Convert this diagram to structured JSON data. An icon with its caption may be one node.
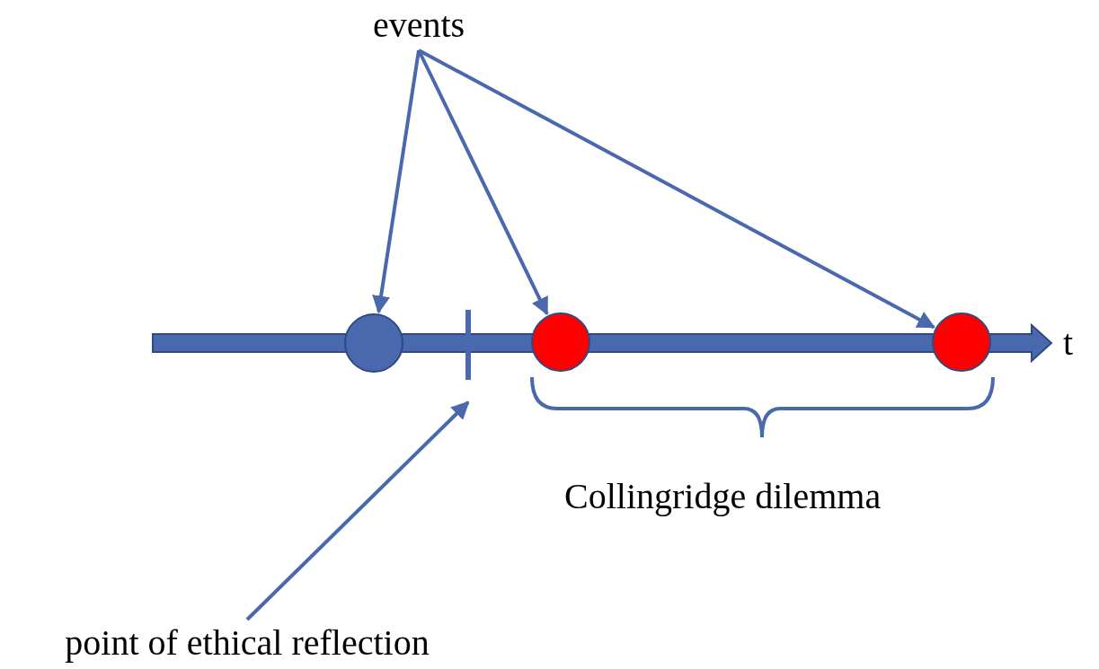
{
  "diagram": {
    "nodes": [
      {
        "text": [
          "events"
        ]
      },
      {
        "text": [],
        "shape": "circle"
      },
      {
        "text": [],
        "shape": "circle"
      },
      {
        "text": [],
        "shape": "circle"
      },
      {
        "text": [],
        "shape": "bar"
      },
      {
        "text": [
          "point of ethical reflection"
        ]
      }
    ],
    "edges": [
      {
        "from": 0,
        "to": 1,
        "arrow": "to"
      },
      {
        "from": 0,
        "to": 2,
        "arrow": "to"
      },
      {
        "from": 0,
        "to": 3,
        "arrow": "to"
      },
      {
        "from": 5,
        "to": 4,
        "arrow": "to"
      }
    ],
    "labels": [
      "t",
      "Collingridge dilemma"
    ]
  }
}
